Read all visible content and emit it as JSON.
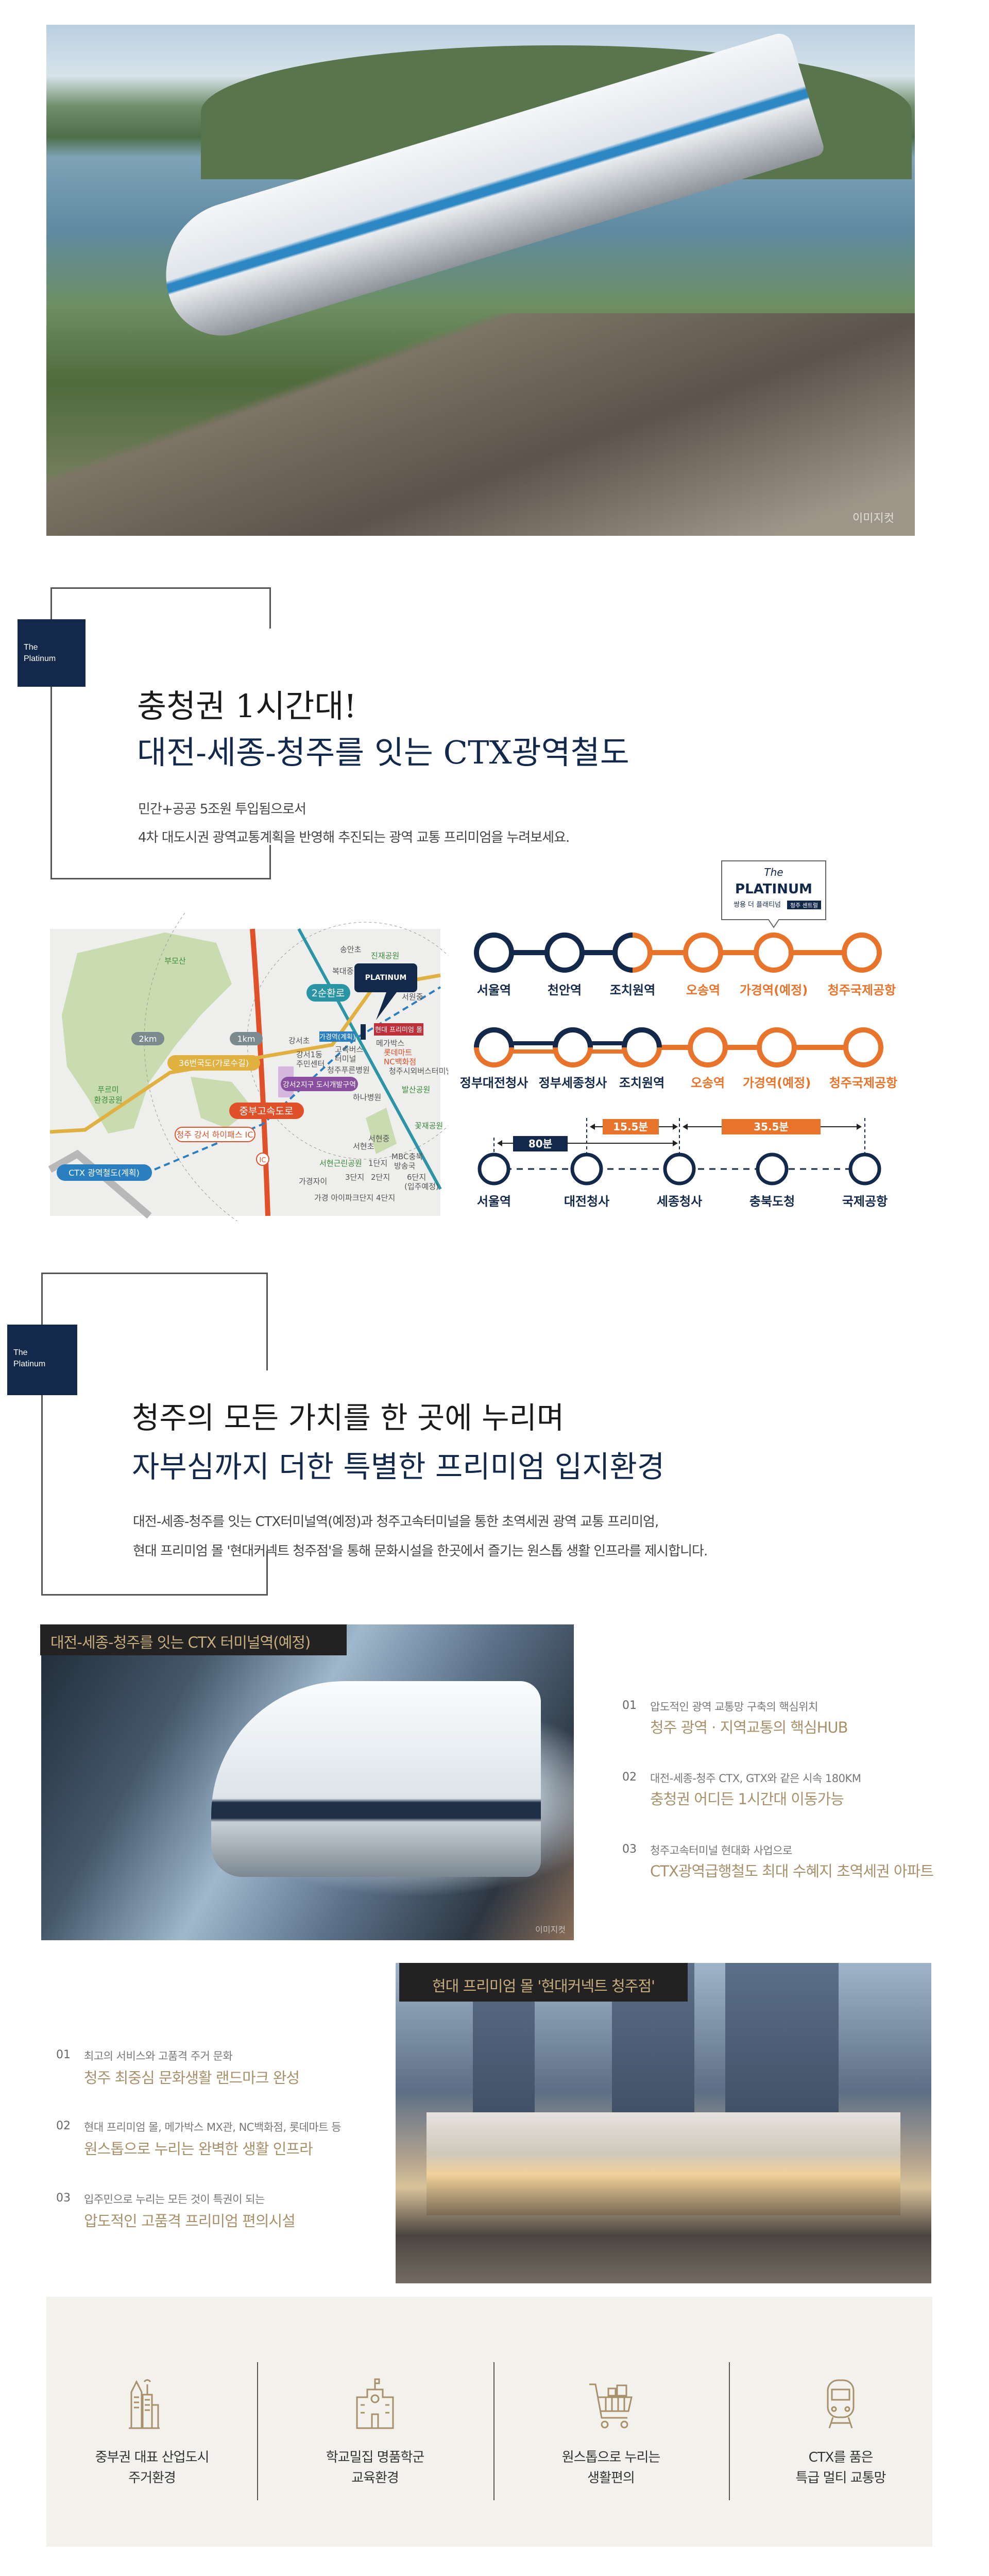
{
  "hero": {
    "watermark": "이미지컷"
  },
  "brand_badge": {
    "line1": "The",
    "line2": "Platinum"
  },
  "section1": {
    "title_line1": "충청권 1시간대!",
    "title_line2": "대전-세종-청주를 잇는 CTX광역철도",
    "desc_line1": "민간+공공 5조원 투입됨으로서",
    "desc_line2": "4차 대도시권 광역교통계획을 반영해 추진되는 광역 교통 프리미엄을 누려보세요."
  },
  "logo": {
    "script": "The",
    "name": "PLATINUM",
    "sub": "쌍용 더 플래티넘",
    "tag": "청주 센트럴"
  },
  "map": {
    "labels": {
      "mountain": "부모산",
      "ring_2km": "2km",
      "ring_1km": "1km",
      "road36": "36번국도(가로수길)",
      "park1_a": "푸르미",
      "park1_b": "환경공원",
      "expressway": "중부고속도로",
      "ic": "청주 강서 하이패스 IC",
      "ic_mark": "IC",
      "ctx": "CTX 광역철도(계획)",
      "ring_road": "2순환로",
      "district": "강서2지구 도시개발구역",
      "station": "가경역(계획)",
      "mall": "현대 프리미엄 몰",
      "songan": "송안초",
      "jinjae": "진재공원",
      "bokdae": "복대중",
      "seowon": "서원중",
      "gangseo": "강서초",
      "gangseo1_a": "강서1동",
      "gangseo1_b": "주민센터",
      "terminal_a": "고속버스",
      "terminal_b": "터미널",
      "hospital1": "청주푸른병원",
      "megabox": "메가박스",
      "lotte": "롯데마트",
      "nc": "NC백화점",
      "intercity": "청주시외버스터미널",
      "balsan": "발산공원",
      "hana": "하나병원",
      "seohyeon_e": "서현초",
      "seohyeon_m": "서현중",
      "mbc_a": "MBC충북",
      "mbc_b": "방송국",
      "seohyeon_park": "서현근린공원",
      "d1": "1단지",
      "d2": "2단지",
      "d3": "3단지",
      "d4": "4단지",
      "gagyeong_xi": "가경자이",
      "ipark": "가경 아이파크단지",
      "d6_a": "6단지",
      "d6_b": "(입주예정)",
      "kkotjae": "꽃재공원"
    }
  },
  "routes": {
    "colors": {
      "navy": "#13294b",
      "orange": "#e8732a"
    },
    "row1": [
      "서울역",
      "천안역",
      "조치원역",
      "오송역",
      "가경역(예정)",
      "청주국제공항"
    ],
    "row2": [
      "정부대전청사",
      "정부세종청사",
      "조치원역",
      "오송역",
      "가경역(예정)",
      "청주국제공항"
    ],
    "row3": [
      "서울역",
      "대전청사",
      "세종청사",
      "충북도청",
      "국제공항"
    ],
    "times": {
      "t80": "80분",
      "t15": "15.5분",
      "t35": "35.5분"
    }
  },
  "section2": {
    "title_line1": "청주의 모든 가치를 한 곳에 누리며",
    "title_line2": "자부심까지 더한 특별한 프리미엄 입지환경",
    "desc_line1": "대전-세종-청주를 잇는 CTX터미널역(예정)과 청주고속터미널을 통한 초역세권 광역 교통 프리미엄,",
    "desc_line2": "현대 프리미엄 몰 '현대커넥트 청주점'을 통해 문화시설을 한곳에서 즐기는 원스톱 생활 인프라를 제시합니다."
  },
  "ctx_photo": {
    "caption": "대전-세종-청주를 잇는 CTX 터미널역(예정)",
    "watermark": "이미지컷"
  },
  "ctx_points": [
    {
      "num": "01",
      "sub": "압도적인 광역 교통망 구축의 핵심위치",
      "main": "청주 광역 · 지역교통의 핵심HUB"
    },
    {
      "num": "02",
      "sub": "대전-세종-청주 CTX, GTX와 같은 시속 180KM",
      "main": "충청권 어디든 1시간대 이동가능"
    },
    {
      "num": "03",
      "sub": "청주고속터미널 현대화 사업으로",
      "main": "CTX광역급행철도 최대 수혜지 초역세권 아파트"
    }
  ],
  "mall_photo": {
    "caption": "현대 프리미엄 몰 '현대커넥트 청주점'"
  },
  "mall_points": [
    {
      "num": "01",
      "sub": "최고의 서비스와 고품격 주거 문화",
      "main": "청주 최중심 문화생활 랜드마크 완성"
    },
    {
      "num": "02",
      "sub": "현대 프리미엄 몰, 메가박스 MX관, NC백화점, 롯데마트 등",
      "main": "원스톱으로 누리는 완벽한 생활 인프라"
    },
    {
      "num": "03",
      "sub": "입주민으로 누리는 모든 것이 특권이 되는",
      "main": "압도적인 고품격 프리미엄 편의시설"
    }
  ],
  "features": [
    {
      "icon": "city-buildings-icon",
      "line1": "중부권 대표 산업도시",
      "line2": "주거환경"
    },
    {
      "icon": "school-building-icon",
      "line1": "학교밀집 명품학군",
      "line2": "교육환경"
    },
    {
      "icon": "shopping-cart-icon",
      "line1": "원스톱으로 누리는",
      "line2": "생활편의"
    },
    {
      "icon": "train-icon",
      "line1": "CTX를 품은",
      "line2": "특급 멀티 교통망"
    }
  ],
  "accent": {
    "navy": "#13294b",
    "orange": "#e8732a",
    "gold": "#a8916a",
    "panel": "#f3f1ec"
  }
}
